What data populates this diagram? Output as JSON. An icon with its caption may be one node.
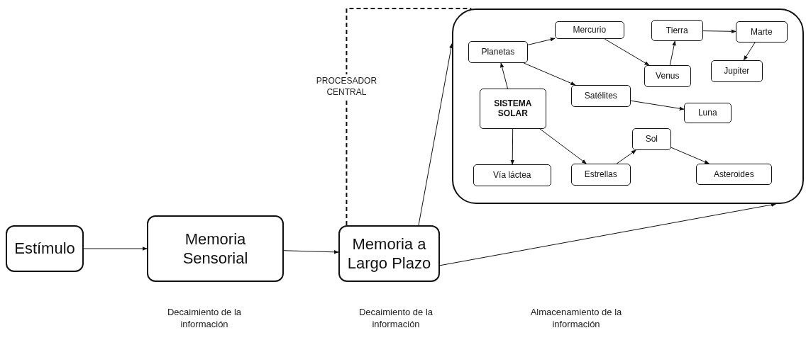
{
  "diagram": {
    "nodes": [
      {
        "text": [
          "Estímulo"
        ]
      },
      {
        "text": [
          "Memoria Sensorial"
        ]
      },
      {
        "text": [
          "Memoria a Largo Plazo"
        ]
      },
      {
        "text": [],
        "shape": "box"
      },
      {
        "text": [
          "Planetas"
        ],
        "in": 3
      },
      {
        "text": [
          "Mercurio"
        ],
        "in": 3
      },
      {
        "text": [
          "Tierra"
        ],
        "in": 3
      },
      {
        "text": [
          "Marte"
        ],
        "in": 3
      },
      {
        "text": [
          "SISTEMA SOLAR"
        ],
        "in": 3
      },
      {
        "text": [
          "Venus"
        ],
        "in": 3
      },
      {
        "text": [
          "Jupiter"
        ],
        "in": 3
      },
      {
        "text": [
          "Satélites"
        ],
        "in": 3
      },
      {
        "text": [
          "Luna"
        ],
        "in": 3
      },
      {
        "text": [
          "Sol"
        ],
        "in": 3
      },
      {
        "text": [
          "Vía láctea"
        ],
        "in": 3
      },
      {
        "text": [
          "Estrellas"
        ],
        "in": 3
      },
      {
        "text": [
          "Asteroides"
        ],
        "in": 3
      }
    ],
    "edges": [
      {
        "from": 0,
        "to": 1,
        "arrow": "to"
      },
      {
        "from": 1,
        "to": 2,
        "arrow": "to"
      },
      {
        "from": 2,
        "to": 3,
        "arrow": "to"
      },
      {
        "from": 2,
        "to": 3,
        "arrow": "to"
      },
      {
        "from": 2,
        "to": 3,
        "arrow": "none",
        "style": "dashed",
        "label": "PROCESADOR CENTRAL"
      },
      {
        "from": 8,
        "to": 4,
        "arrow": "to"
      },
      {
        "from": 4,
        "to": 5,
        "arrow": "to"
      },
      {
        "from": 4,
        "to": 11,
        "arrow": "to"
      },
      {
        "from": 5,
        "to": 9,
        "arrow": "to"
      },
      {
        "from": 9,
        "to": 6,
        "arrow": "to"
      },
      {
        "from": 6,
        "to": 7,
        "arrow": "to"
      },
      {
        "from": 7,
        "to": 10,
        "arrow": "to"
      },
      {
        "from": 11,
        "to": 12,
        "arrow": "to"
      },
      {
        "from": 8,
        "to": 14,
        "arrow": "to"
      },
      {
        "from": 8,
        "to": 15,
        "arrow": "to"
      },
      {
        "from": 15,
        "to": 13,
        "arrow": "to"
      },
      {
        "from": 13,
        "to": 16,
        "arrow": "to"
      }
    ],
    "labels": [
      "Decaimiento de la información",
      "Decaimiento de la información",
      "Almacenamiento de la información"
    ]
  }
}
